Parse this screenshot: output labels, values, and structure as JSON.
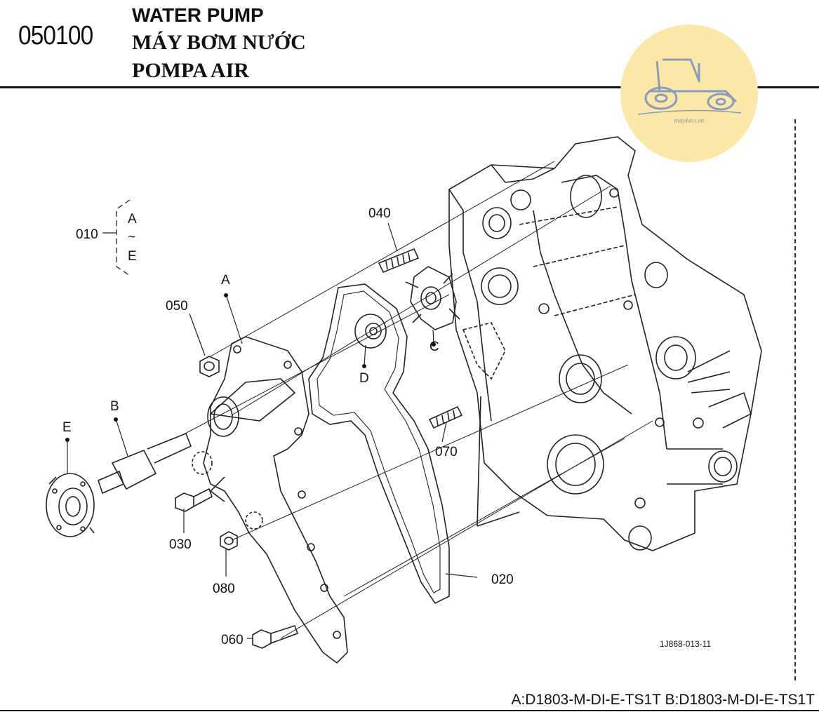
{
  "header": {
    "code": "050100",
    "title_en": "WATER PUMP",
    "title_vi": "MÁY BƠM NƯỚC",
    "title_id": "POMPA AIR"
  },
  "logo": {
    "text": "maykeo.vn",
    "icon": "tractor-icon"
  },
  "diagram": {
    "labels": {
      "p010": "010",
      "range_start": "A",
      "range_sep": "~",
      "range_end": "E",
      "p040": "040",
      "p050": "050",
      "ref_a": "A",
      "ref_b": "B",
      "ref_c": "C",
      "ref_d": "D",
      "ref_e": "E",
      "p070": "070",
      "p030": "030",
      "p080": "080",
      "p020": "020",
      "p060": "060",
      "figure_id": "1J868-013-11"
    }
  },
  "footer": {
    "models": "A:D1803-M-DI-E-TS1T B:D1803-M-DI-E-TS1T"
  }
}
